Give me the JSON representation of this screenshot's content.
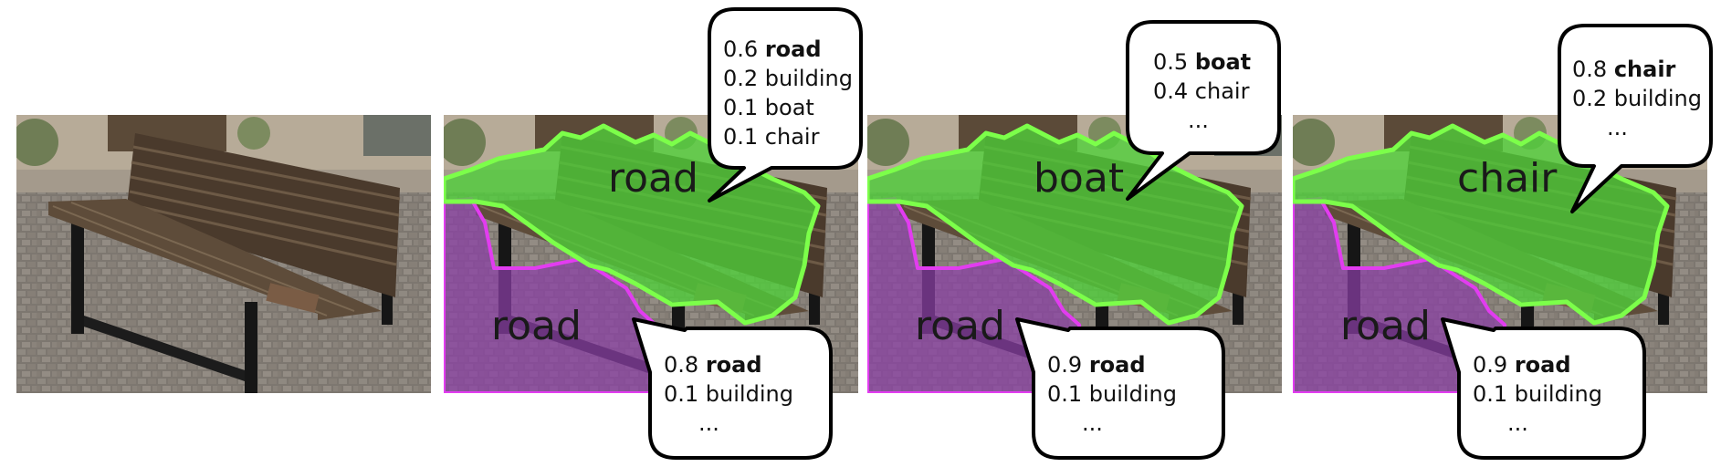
{
  "panels": [
    {
      "id": "original"
    },
    {
      "id": "interpretation-1",
      "regions": {
        "bench_label": "road",
        "ground_label": "road"
      },
      "bench_bubble": {
        "top": {
          "score": "0.6",
          "label": "road"
        },
        "rest": [
          "0.2 building",
          "0.1 boat",
          "0.1 chair"
        ]
      },
      "ground_bubble": {
        "top": {
          "score": "0.8",
          "label": "road"
        },
        "rest": [
          "0.1 building",
          "..."
        ]
      }
    },
    {
      "id": "interpretation-2",
      "regions": {
        "bench_label": "boat",
        "ground_label": "road"
      },
      "bench_bubble": {
        "top": {
          "score": "0.5",
          "label": "boat"
        },
        "rest": [
          "0.4 chair",
          "..."
        ]
      },
      "ground_bubble": {
        "top": {
          "score": "0.9",
          "label": "road"
        },
        "rest": [
          "0.1 building",
          "..."
        ]
      }
    },
    {
      "id": "interpretation-3",
      "regions": {
        "bench_label": "chair",
        "ground_label": "road"
      },
      "bench_bubble": {
        "top": {
          "score": "0.8",
          "label": "chair"
        },
        "rest": [
          "0.2 building",
          "..."
        ]
      },
      "ground_bubble": {
        "top": {
          "score": "0.9",
          "label": "road"
        },
        "rest": [
          "0.1 building",
          "..."
        ]
      }
    }
  ],
  "colors": {
    "bench_overlay": "#4fd13a",
    "bench_outline": "#7cff4a",
    "ground_overlay": "#8a3fa6",
    "ground_outline": "#e23cf0"
  }
}
